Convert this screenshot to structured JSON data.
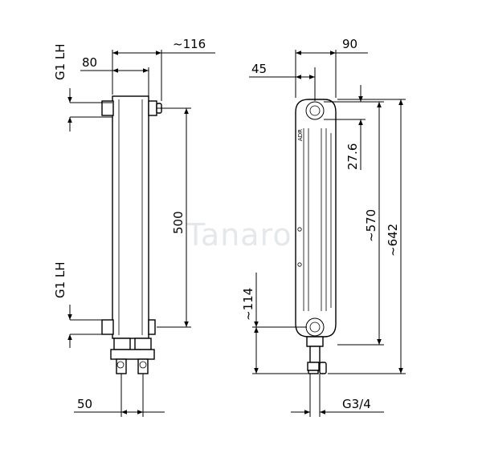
{
  "watermark": "Tanaro",
  "side_view": {
    "dim_top_offset": "~116",
    "dim_width": "80",
    "thread_top": "G1 LH",
    "thread_bottom": "G1 LH",
    "dim_height": "500",
    "dim_bottom": "50"
  },
  "front_view": {
    "dim_width": "90",
    "dim_offset": "45",
    "dim_27": "27.6",
    "dim_570": "~570",
    "dim_642": "~642",
    "dim_114": "~114",
    "thread_bottom": "G3/4",
    "label_adr": "ADR"
  }
}
